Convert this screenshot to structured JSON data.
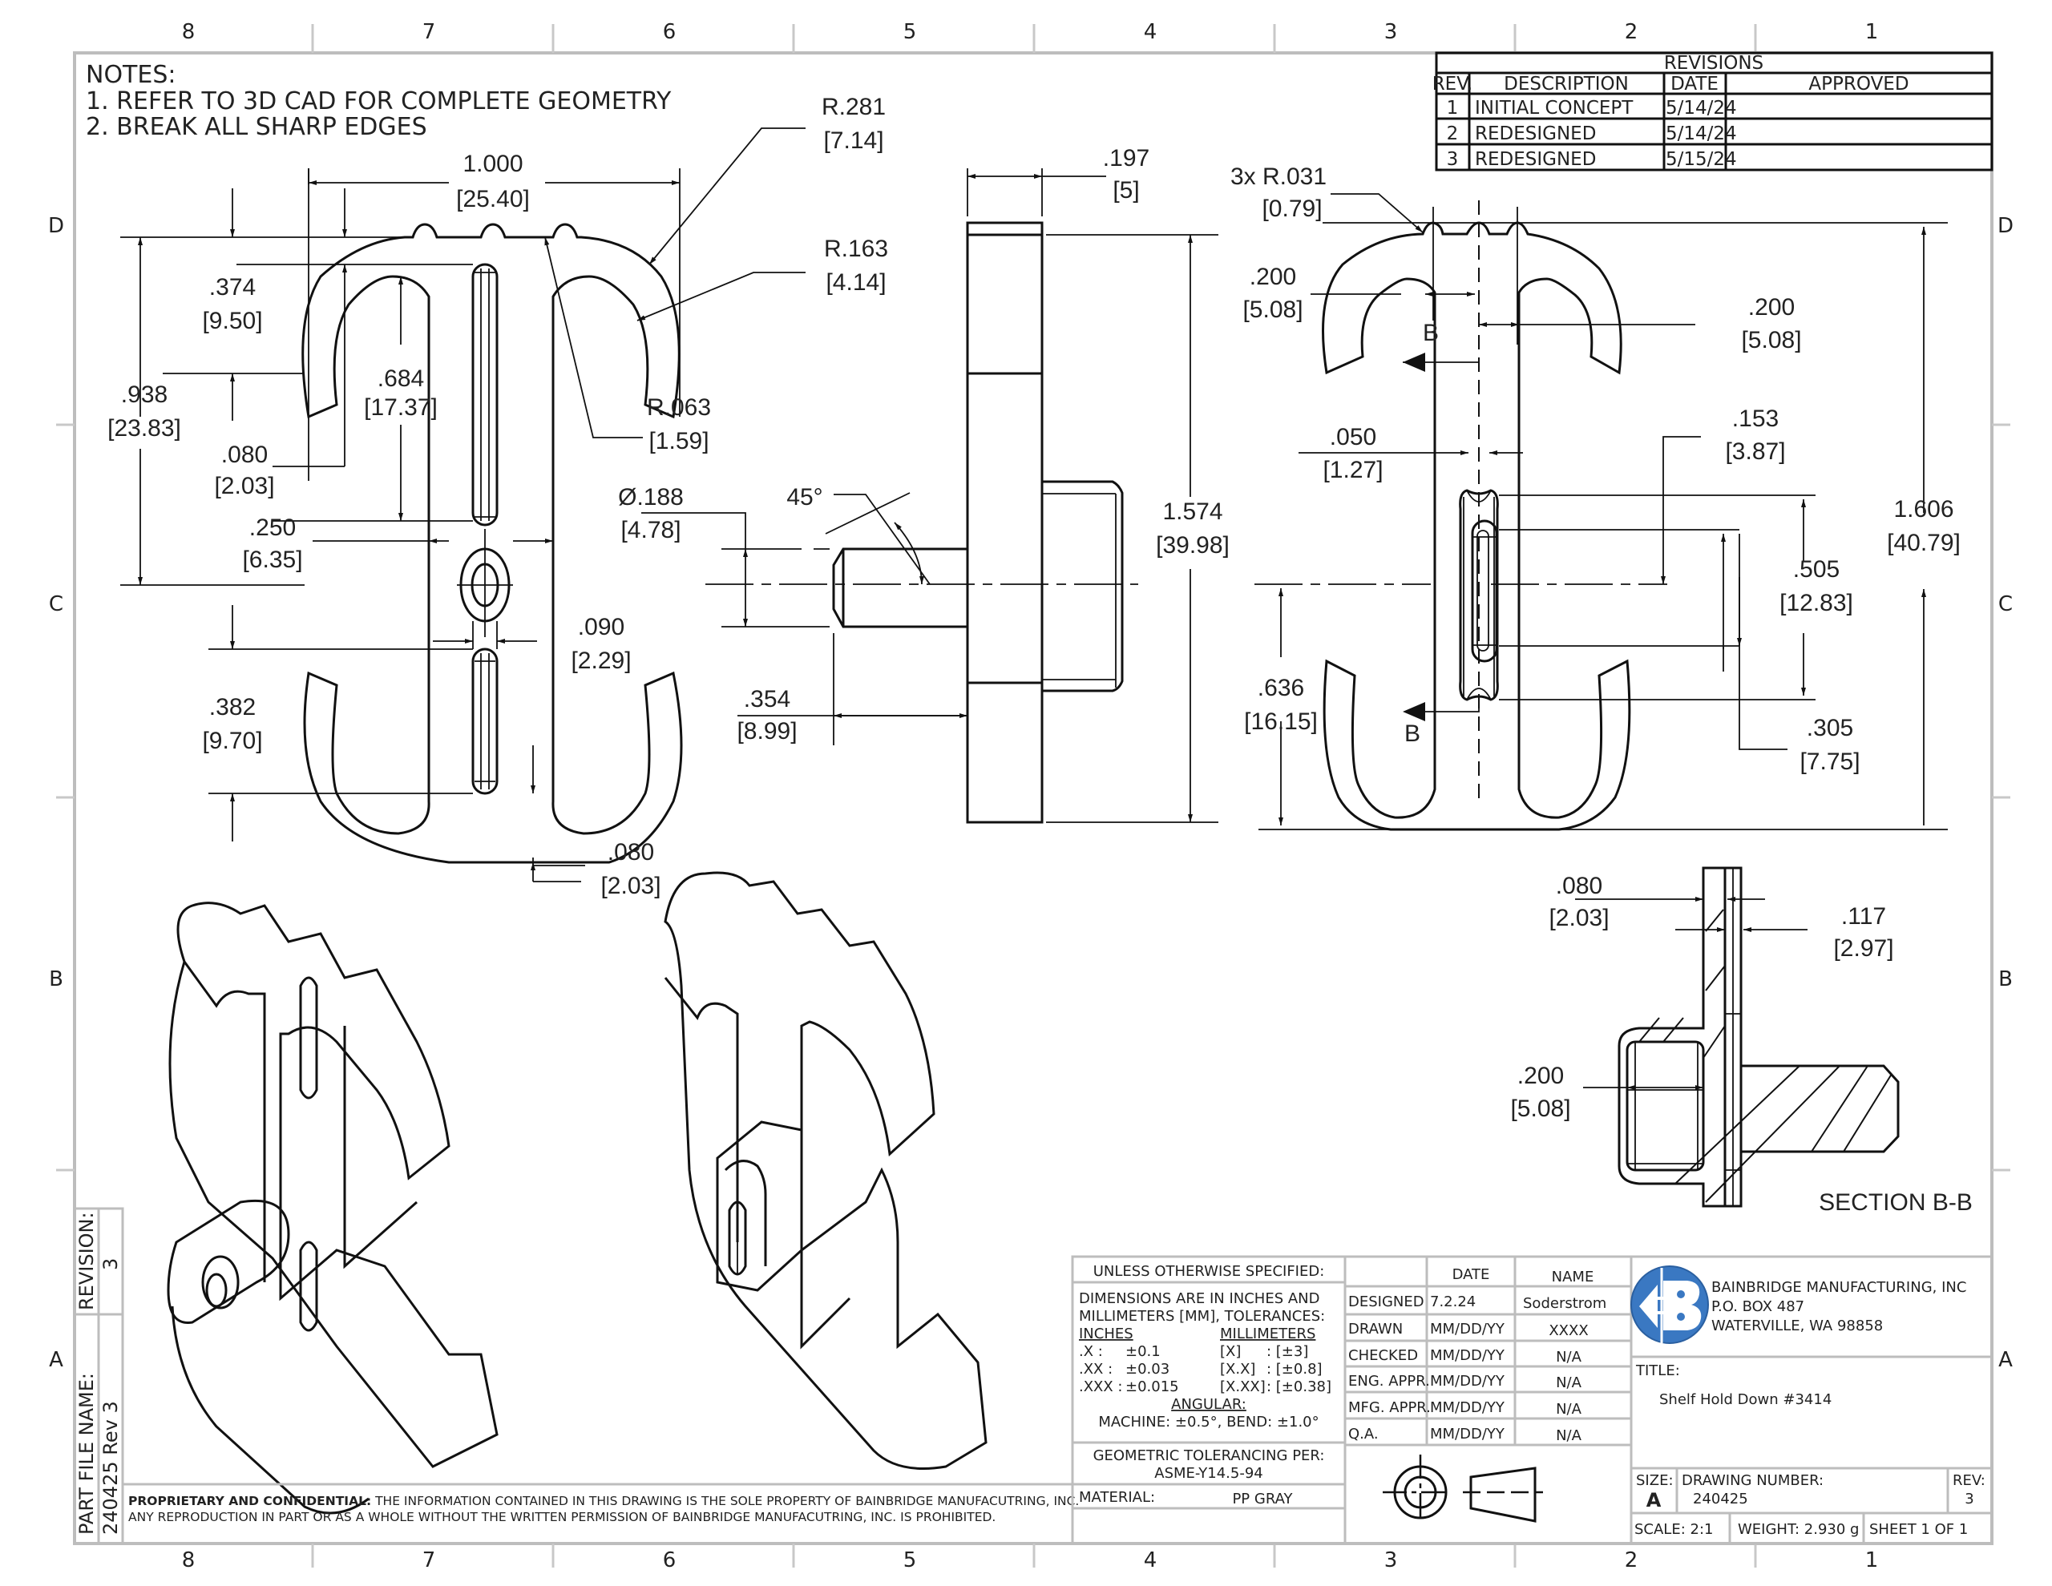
{
  "sheet": {
    "zone_columns": [
      "8",
      "7",
      "6",
      "5",
      "4",
      "3",
      "2",
      "1"
    ],
    "zone_rows": [
      "D",
      "C",
      "B",
      "A"
    ]
  },
  "notes": {
    "heading": "NOTES:",
    "items": [
      "1.  REFER TO 3D CAD FOR COMPLETE GEOMETRY",
      "2.  BREAK ALL SHARP EDGES"
    ]
  },
  "revisions": {
    "title": "REVISIONS",
    "headers": [
      "REV.",
      "DESCRIPTION",
      "DATE",
      "APPROVED"
    ],
    "rows": [
      {
        "rev": "1",
        "description": "INITIAL CONCEPT",
        "date": "5/14/24",
        "approved": ""
      },
      {
        "rev": "2",
        "description": "REDESIGNED",
        "date": "5/14/24",
        "approved": ""
      },
      {
        "rev": "3",
        "description": "REDESIGNED",
        "date": "5/15/24",
        "approved": ""
      }
    ]
  },
  "front_view": {
    "dims": {
      "width": [
        ".1.000",
        "[25.40]"
      ],
      "r281": [
        "R.281",
        "[7.14]"
      ],
      "r163": [
        "R.163",
        "[4.14]"
      ],
      "r063": [
        "R.063",
        "[1.59]"
      ],
      "d374": [
        ".374",
        "[9.50]"
      ],
      "d938": [
        ".938",
        "[23.83]"
      ],
      "d684": [
        ".684",
        "[17.37]"
      ],
      "d080a": [
        ".080",
        "[2.03]"
      ],
      "d250": [
        ".250",
        "[6.35]"
      ],
      "d090": [
        ".090",
        "[2.29]"
      ],
      "d382": [
        ".382",
        "[9.70]"
      ],
      "d080b": [
        ".080",
        "[2.03]"
      ]
    }
  },
  "side_view": {
    "dims": {
      "d197": [
        ".197",
        "[5]"
      ],
      "dia188": [
        "Ø.188",
        "[4.78]"
      ],
      "angle": "45°",
      "d354": [
        ".354",
        "[8.99]"
      ],
      "d1574": [
        "1.574",
        "[39.98]"
      ]
    }
  },
  "back_view": {
    "dims": {
      "r031": [
        "3x R.031",
        "[0.79]"
      ],
      "d200a": [
        ".200",
        "[5.08]"
      ],
      "d200b": [
        ".200",
        "[5.08]"
      ],
      "d050": [
        ".050",
        "[1.27]"
      ],
      "d153": [
        ".153",
        "[3.87]"
      ],
      "d505": [
        ".505",
        "[12.83]"
      ],
      "d636": [
        ".636",
        "[16.15]"
      ],
      "d305": [
        ".305",
        "[7.75]"
      ],
      "d1606": [
        "1.606",
        "[40.79]"
      ]
    },
    "section_marker": "B"
  },
  "section_view": {
    "label": "SECTION B-B",
    "dims": {
      "d080": [
        ".080",
        "[2.03]"
      ],
      "d117": [
        ".117",
        "[2.97]"
      ],
      "d200": [
        ".200",
        "[5.08]"
      ]
    }
  },
  "side_block": {
    "revision_label": "REVISION:",
    "revision_value": "3",
    "part_file_label": "PART FILE NAME:",
    "part_file_value": "240425 Rev 3"
  },
  "confidential": {
    "bold": "PROPRIETARY AND CONFIDENTIAL:",
    "line1": " THE INFORMATION CONTAINED IN THIS DRAWING IS THE SOLE PROPERTY OF BAINBRIDGE MANUFACUTRING, INC.",
    "line2": "ANY REPRODUCTION IN PART OR AS A WHOLE WITHOUT THE WRITTEN PERMISSION OF BAINBRIDGE MANUFACUTRING, INC. IS PROHIBITED."
  },
  "tolerances": {
    "header": "UNLESS OTHERWISE SPECIFIED:",
    "line1": "DIMENSIONS ARE IN INCHES AND",
    "line2": "MILLIMETERS [MM], TOLERANCES:",
    "inches_label": "INCHES",
    "mm_label": "MILLIMETERS",
    "rows": [
      {
        "k": ".X :",
        "v": "±0.1",
        "mk": "[X]",
        "mv": ": [±3]"
      },
      {
        "k": ".XX :",
        "v": "±0.03",
        "mk": "[X.X]",
        "mv": ": [±0.8]"
      },
      {
        "k": ".XXX :",
        "v": "±0.015",
        "mk": "[X.XX]",
        "mv": ": [±0.38]"
      }
    ],
    "angular_label": "ANGULAR:",
    "angular_value": "MACHINE: ±0.5°, BEND: ±1.0°",
    "geo_label": "GEOMETRIC TOLERANCING PER:",
    "geo_value": "ASME-Y14.5-94",
    "material_label": "MATERIAL:",
    "material_value": "PP GRAY"
  },
  "approvals": {
    "headers": [
      "",
      "DATE",
      "NAME"
    ],
    "rows": [
      {
        "role": "DESIGNED",
        "date": "7.2.24",
        "name": "Soderstrom"
      },
      {
        "role": "DRAWN",
        "date": "MM/DD/YY",
        "name": "XXXX"
      },
      {
        "role": "CHECKED",
        "date": "MM/DD/YY",
        "name": "N/A"
      },
      {
        "role": "ENG. APPR.",
        "date": "MM/DD/YY",
        "name": "N/A"
      },
      {
        "role": "MFG. APPR.",
        "date": "MM/DD/YY",
        "name": "N/A"
      },
      {
        "role": "Q.A.",
        "date": "MM/DD/YY",
        "name": "N/A"
      }
    ]
  },
  "company": {
    "name": "BAINBRIDGE MANUFACTURING, INC",
    "address1": "P.O. BOX 487",
    "address2": "WATERVILLE, WA 98858",
    "logo_color": "#3a78c2"
  },
  "title_block": {
    "title_label": "TITLE:",
    "title_value": "Shelf Hold Down #3414",
    "size_label": "SIZE:",
    "size_value": "A",
    "drawing_number_label": "DRAWING NUMBER:",
    "drawing_number_value": "240425",
    "rev_label": "REV:",
    "rev_value": "3",
    "scale": "SCALE: 2:1",
    "weight": "WEIGHT: 2.930 g",
    "sheet": "SHEET 1 OF 1"
  }
}
